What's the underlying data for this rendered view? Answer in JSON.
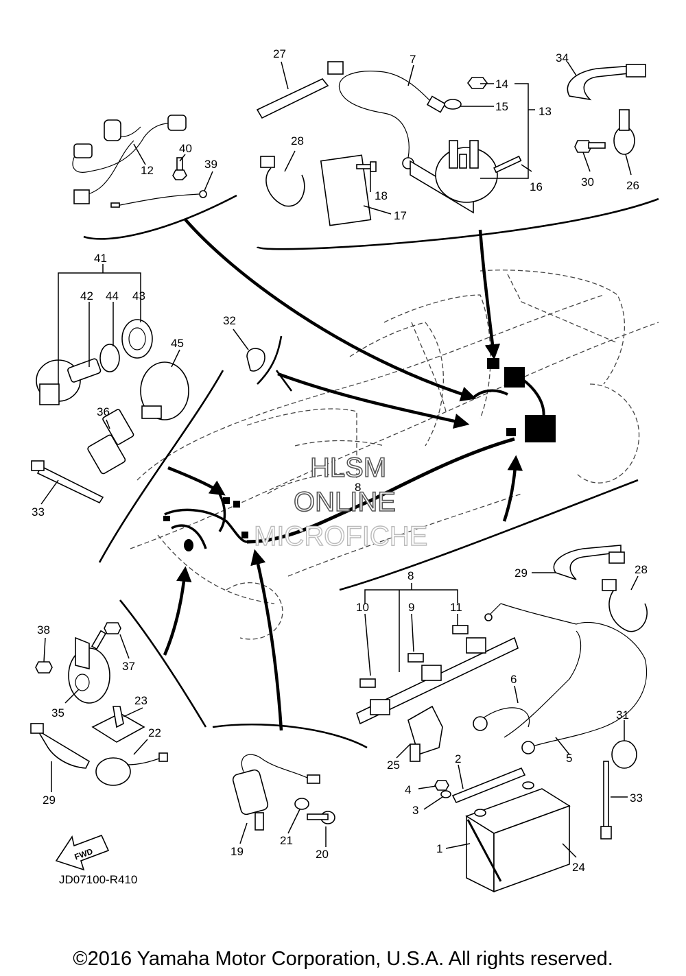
{
  "doc_id": "JD07100-R410",
  "copyright": "©2016 Yamaha Motor Corporation, U.S.A. All rights reserved.",
  "watermark": [
    "HLSM",
    "ONLINE",
    "MICROFICHE"
  ],
  "fwd_label": "FWD",
  "callouts": [
    "1",
    "2",
    "3",
    "4",
    "5",
    "6",
    "7",
    "8",
    "9",
    "10",
    "11",
    "12",
    "13",
    "14",
    "15",
    "16",
    "17",
    "18",
    "19",
    "20",
    "21",
    "22",
    "23",
    "24",
    "25",
    "26",
    "27",
    "28",
    "29",
    "30",
    "31",
    "32",
    "33",
    "34",
    "35",
    "36",
    "37",
    "38",
    "39",
    "40",
    "41",
    "42",
    "43",
    "44",
    "45"
  ],
  "callouts_repeated": [
    "8",
    "28",
    "29",
    "33"
  ]
}
